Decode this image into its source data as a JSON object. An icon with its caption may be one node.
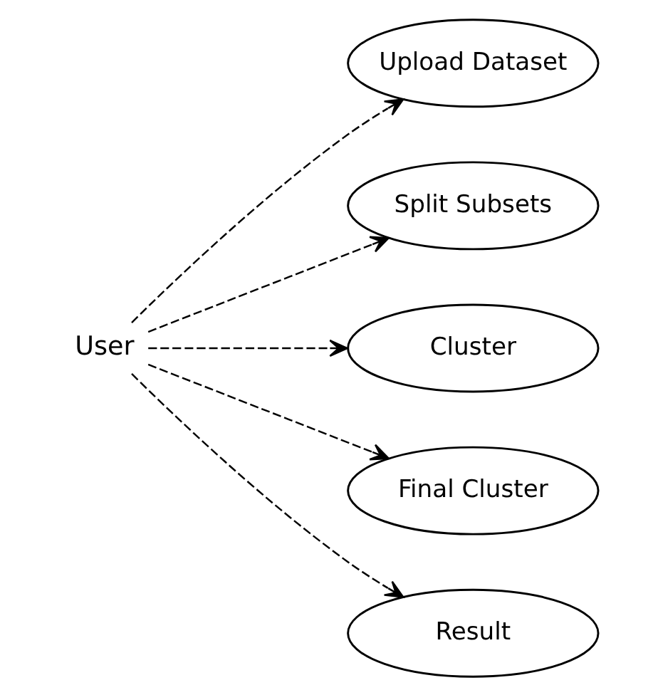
{
  "diagram": {
    "nodes": [
      {
        "text": [
          "User"
        ]
      },
      {
        "text": [
          "Upload Dataset"
        ]
      },
      {
        "text": [
          "Split Subsets"
        ]
      },
      {
        "text": [
          "Cluster"
        ]
      },
      {
        "text": [
          "Final Cluster"
        ]
      },
      {
        "text": [
          "Result"
        ]
      }
    ],
    "edges": [
      {
        "from": 0,
        "to": 1,
        "arrow": "to",
        "style": "dashed"
      },
      {
        "from": 0,
        "to": 2,
        "arrow": "to",
        "style": "dashed"
      },
      {
        "from": 0,
        "to": 3,
        "arrow": "to",
        "style": "dashed"
      },
      {
        "from": 0,
        "to": 4,
        "arrow": "to",
        "style": "dashed"
      },
      {
        "from": 0,
        "to": 5,
        "arrow": "to",
        "style": "dashed"
      }
    ]
  }
}
